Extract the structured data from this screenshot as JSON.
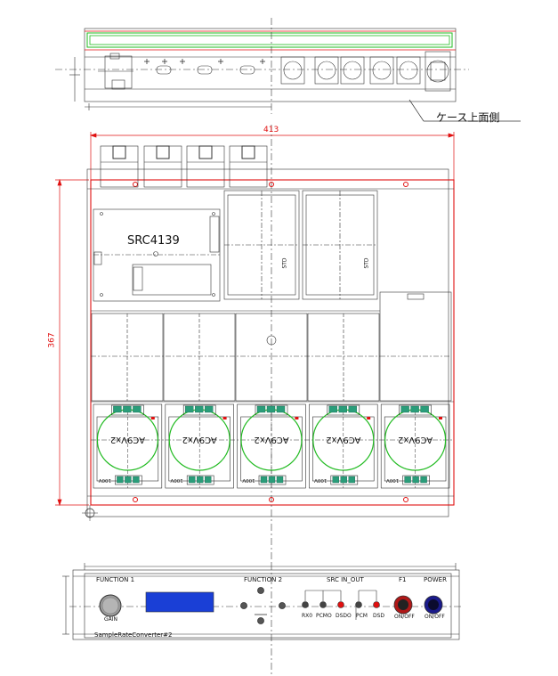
{
  "annotation": {
    "case_top_label": "ケース上面側"
  },
  "dimensions": {
    "width": "413",
    "height": "367"
  },
  "main_board": {
    "label": "SRC4139"
  },
  "center_modules": {
    "label": "STD"
  },
  "transformers": {
    "label": "AC9Vx2",
    "count": 5
  },
  "terminals": {
    "label": "100V"
  },
  "front_panel": {
    "function1_label": "FUNCTION 1",
    "function2_label": "FUNCTION 2",
    "src_in_out_label": "SRC IN_OUT",
    "f1_label": "F1",
    "power_label": "POWER",
    "gain_label": "GAIN",
    "jacks": [
      "RX0",
      "PCMO",
      "DSDO",
      "PCM",
      "DSD"
    ],
    "f1_sub": "ON/OFF",
    "power_sub": "ON/OFF",
    "product_name": "SampleRateConverter#2"
  },
  "colors": {
    "outline": "#e01010",
    "circle": "#22bb22",
    "display": "#1a3fd6",
    "terminal": "#2a9d7a",
    "knob": "#9a9a9a",
    "f1_ring": "#b01818",
    "power_ring": "#1a1a8a"
  }
}
